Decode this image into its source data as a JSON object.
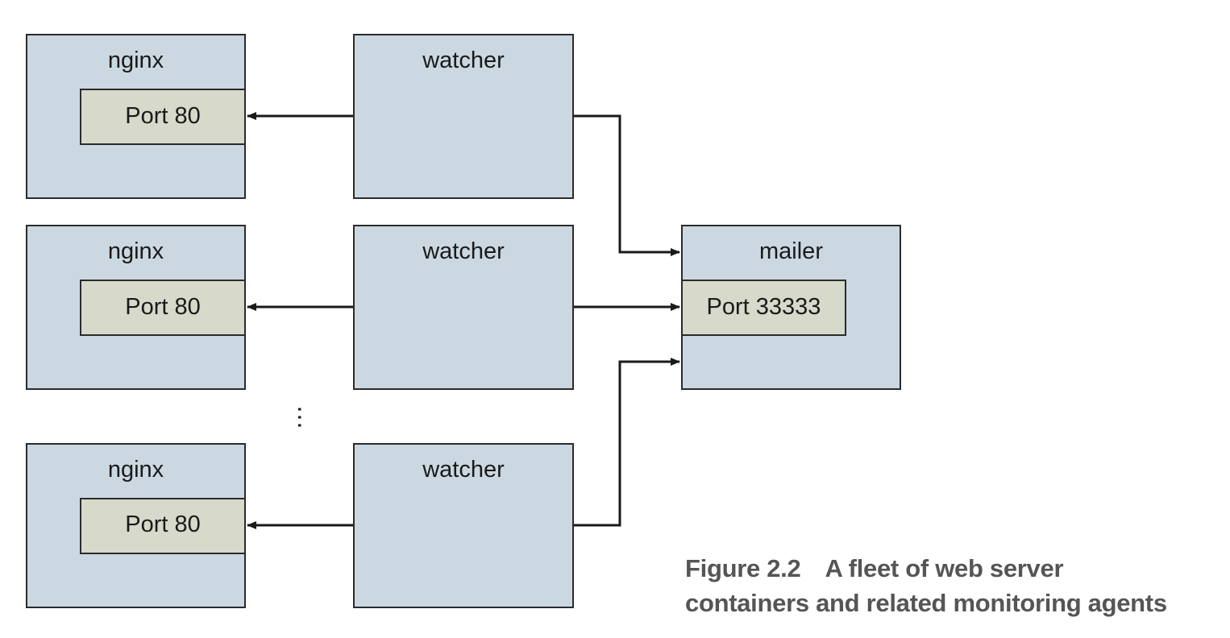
{
  "nodes": {
    "nginx_1": {
      "title": "nginx",
      "port": "Port 80"
    },
    "nginx_2": {
      "title": "nginx",
      "port": "Port 80"
    },
    "nginx_3": {
      "title": "nginx",
      "port": "Port 80"
    },
    "watcher_1": {
      "title": "watcher"
    },
    "watcher_2": {
      "title": "watcher"
    },
    "watcher_3": {
      "title": "watcher"
    },
    "mailer": {
      "title": "mailer",
      "port": "Port 33333"
    }
  },
  "ellipsis": "⋯",
  "edges": [
    {
      "from": "watcher_1",
      "to": "nginx_1.port"
    },
    {
      "from": "watcher_2",
      "to": "nginx_2.port"
    },
    {
      "from": "watcher_3",
      "to": "nginx_3.port"
    },
    {
      "from": "watcher_1",
      "to": "mailer"
    },
    {
      "from": "watcher_2",
      "to": "mailer.port"
    },
    {
      "from": "watcher_3",
      "to": "mailer"
    }
  ],
  "caption": {
    "figure_number": "Figure 2.2",
    "line1": "A fleet of web server",
    "line2": "containers and related monitoring agents"
  },
  "colors": {
    "container_fill": "#cbd8e1",
    "port_fill": "#d7d9ca",
    "stroke": "#2b2b2b",
    "caption_text": "#555555"
  }
}
